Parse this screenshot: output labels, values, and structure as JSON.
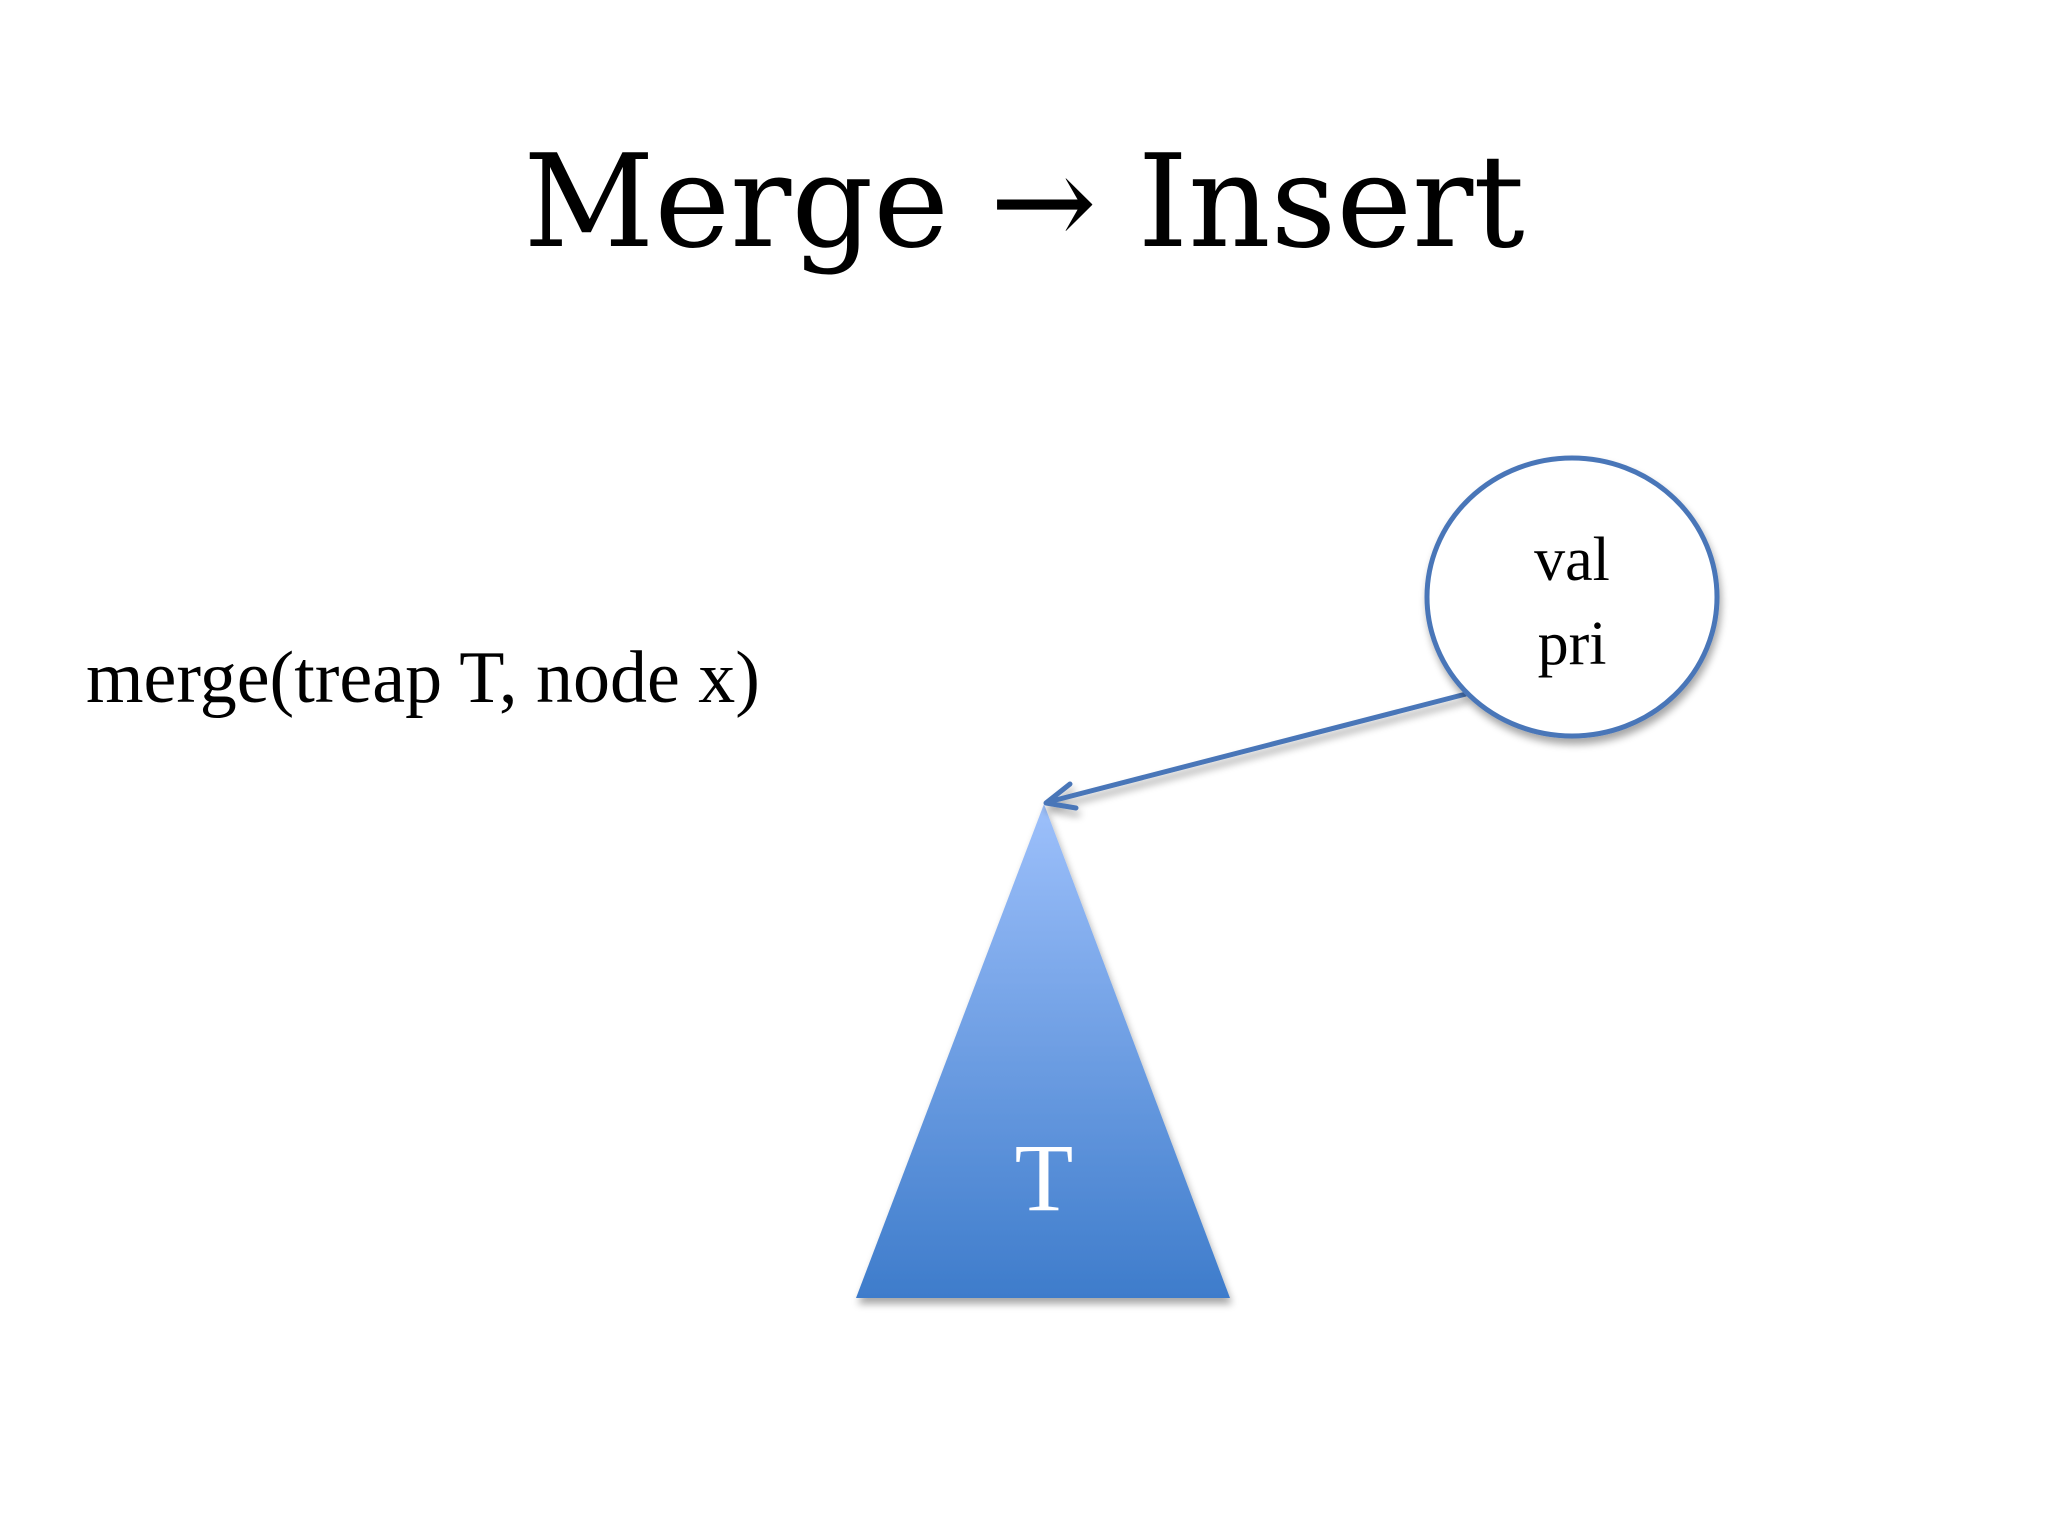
{
  "slide": {
    "title": "Merge → Insert",
    "signature": "merge(treap T, node x)"
  },
  "diagram": {
    "node": {
      "line1": "val",
      "line2": "pri",
      "stroke_color": "#4a76b8",
      "fill_color": "#ffffff"
    },
    "treap": {
      "label": "T",
      "gradient_top": "#9dc0fb",
      "gradient_bottom": "#3e7ccb"
    },
    "arrow": {
      "color": "#4a76b8"
    }
  }
}
